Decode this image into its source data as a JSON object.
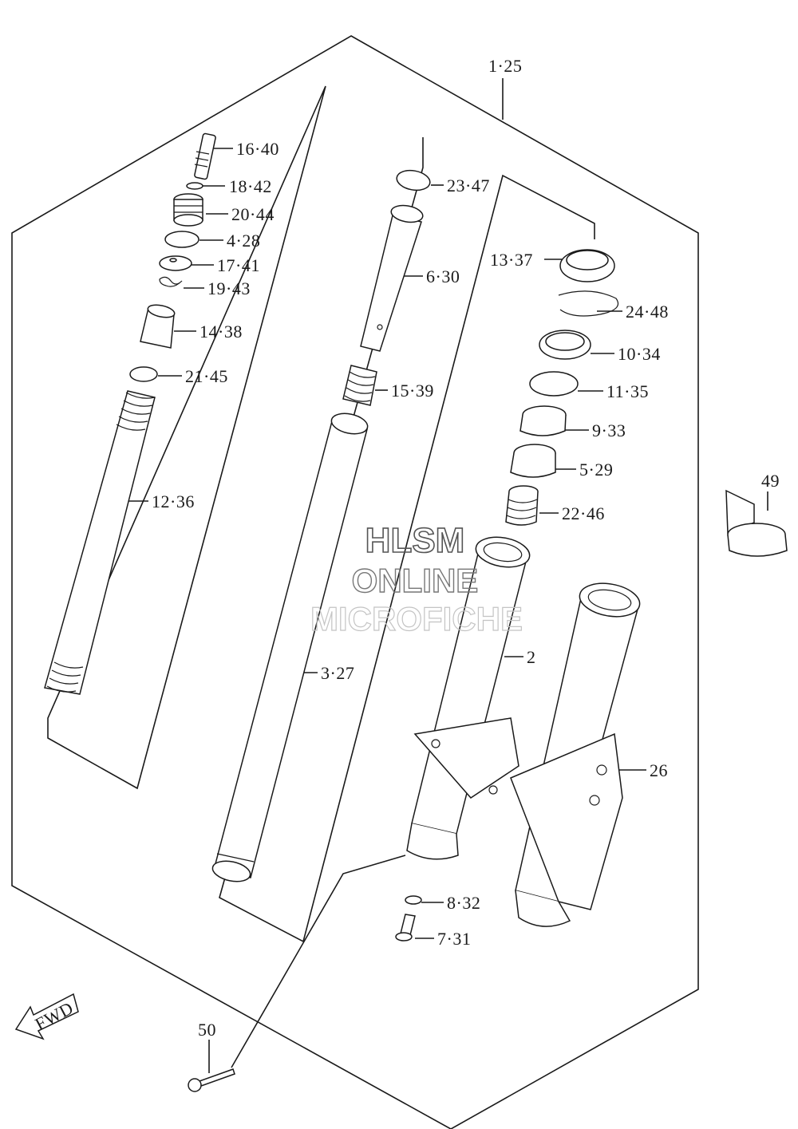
{
  "callouts": {
    "c_1_25": "1·25",
    "c_16_40": "16·40",
    "c_18_42": "18·42",
    "c_20_44": "20·44",
    "c_4_28": "4·28",
    "c_17_41": "17·41",
    "c_19_43": "19·43",
    "c_14_38": "14·38",
    "c_21_45": "21·45",
    "c_12_36": "12·36",
    "c_23_47": "23·47",
    "c_6_30": "6·30",
    "c_15_39": "15·39",
    "c_3_27": "3·27",
    "c_13_37": "13·37",
    "c_24_48": "24·48",
    "c_10_34": "10·34",
    "c_11_35": "11·35",
    "c_9_33": "9·33",
    "c_5_29": "5·29",
    "c_22_46": "22·46",
    "c_2": "2",
    "c_26": "26",
    "c_8_32": "8·32",
    "c_7_31": "7·31",
    "c_49": "49",
    "c_50": "50"
  },
  "watermark": {
    "line1": "HLSM",
    "line2": "ONLINE",
    "line3": "MICROFICHE"
  },
  "fwd_label": "FWD"
}
